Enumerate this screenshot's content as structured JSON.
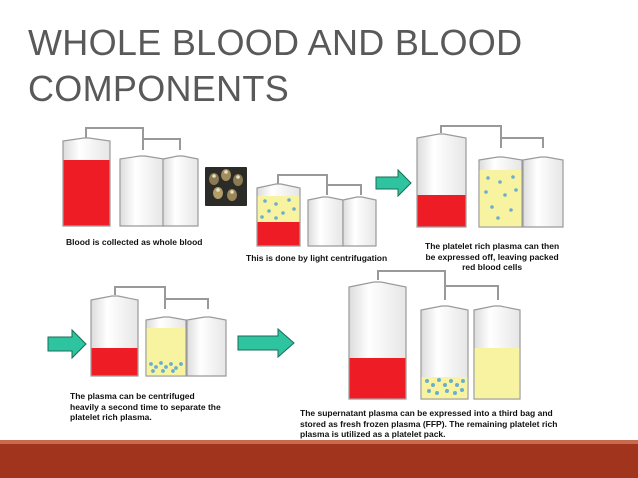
{
  "slide": {
    "title_line1": "WHOLE BLOOD AND BLOOD",
    "title_line2": "COMPONENTS"
  },
  "captions": {
    "step1": "Blood is collected as whole blood",
    "step2": "This is done by light centrifugation",
    "step3_line1": "The platelet rich plasma can then",
    "step3_line2": "be expressed off, leaving packed",
    "step3_line3": "red blood cells",
    "step4_line1": "The plasma can be centrifuged",
    "step4_line2": "heavily a second time to separate the",
    "step4_line3": "platelet rich plasma.",
    "step5_line1": "The supernatant plasma can be expressed into a third bag and",
    "step5_line2": "stored as fresh frozen plasma (FFP). The remaining platelet rich",
    "step5_line3": "plasma is utilized as a platelet pack."
  },
  "colors": {
    "title_text": "#595959",
    "red_cells": "#ee1c25",
    "plasma": "#f7f3a0",
    "platelets": "#6aaecf",
    "arrow_fill": "#2ec4a0",
    "arrow_stroke": "#1a6b5a",
    "bag_outline": "#9a9a9a",
    "footer_band": "#a1341c",
    "footer_line": "#c96a4e"
  },
  "icons": {
    "centrifuge": "centrifuge-photo-icon",
    "arrow": "right-arrow-icon"
  }
}
